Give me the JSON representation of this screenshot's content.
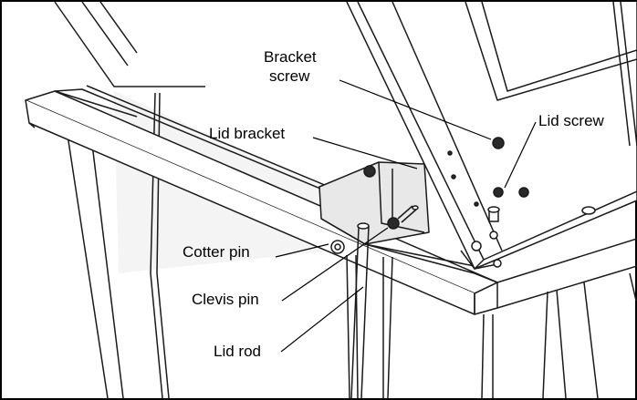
{
  "colors": {
    "line": "#1a1a1a",
    "fill": "#ffffff",
    "shade": "#e2e2e2",
    "dark": "#2a2a2a"
  },
  "callouts": {
    "bracket_screw_line1": "Bracket",
    "bracket_screw_line2": "screw",
    "lid_screw": "Lid screw",
    "lid_bracket": "Lid bracket",
    "cotter_pin": "Cotter pin",
    "clevis_pin": "Clevis pin",
    "lid_rod": "Lid rod"
  }
}
